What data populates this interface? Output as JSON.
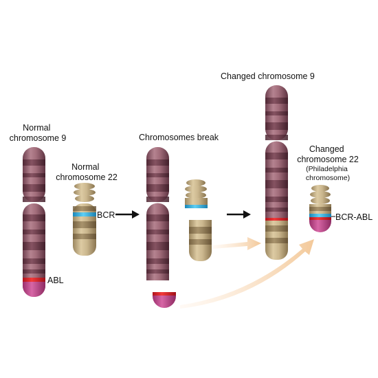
{
  "labels": {
    "normal_chr9": [
      "Normal",
      "chromosome 9"
    ],
    "normal_chr22": [
      "Normal",
      "chromosome 22"
    ],
    "bcr": "BCR",
    "abl": "ABL",
    "chromosomes_break": "Chromosomes break",
    "changed_chr9": "Changed chromosome 9",
    "changed_chr22": [
      "Changed",
      "chromosome 22"
    ],
    "philadelphia": [
      "(Philadelphia",
      "chromosome)"
    ],
    "bcr_abl": "BCR-ABL"
  },
  "colors": {
    "chr9_body": "#a8707e",
    "chr9_band": "#6e3d4a",
    "chr22_body": "#c9b488",
    "chr22_band": "#8c7550",
    "bcr_band": "#33b3e0",
    "abl_band": "#e8202a",
    "abl_tip": "#c04c8e",
    "arrow_peach": "#f7d6b0"
  }
}
